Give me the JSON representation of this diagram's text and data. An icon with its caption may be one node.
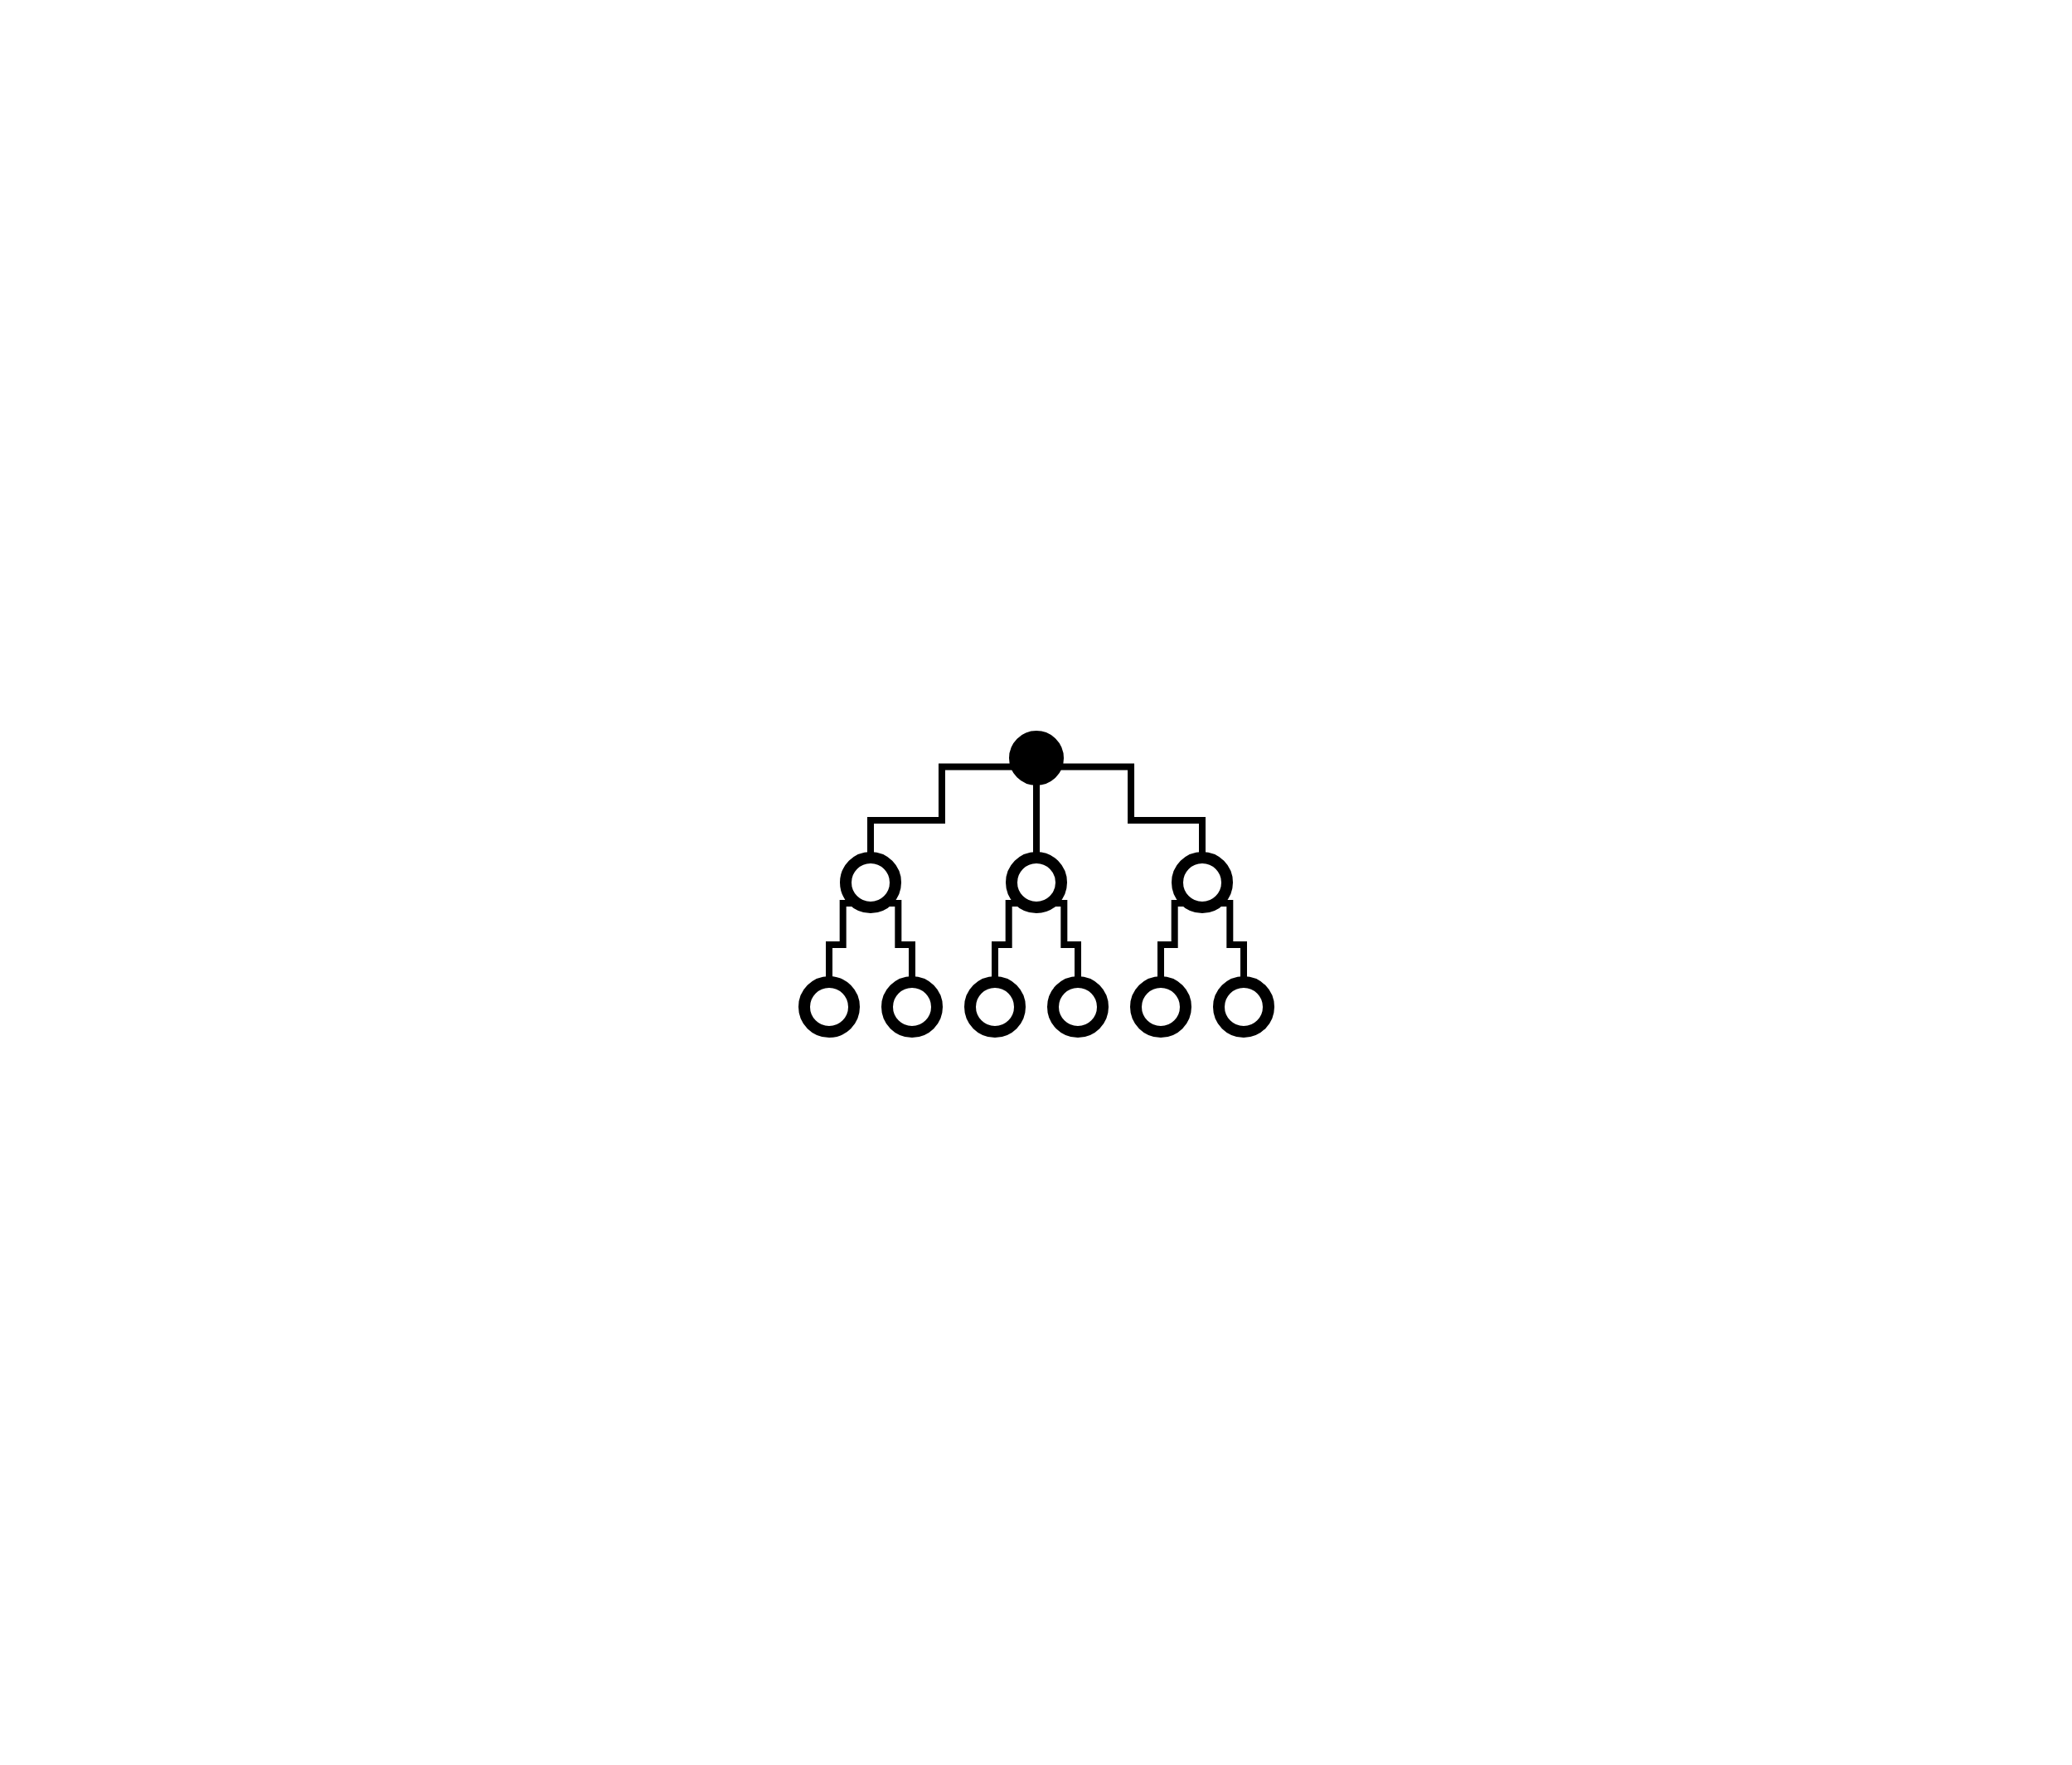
{
  "diagram": {
    "nodes": [
      {
        "text": [],
        "shape": "circle"
      },
      {
        "text": [],
        "shape": "circle"
      },
      {
        "text": [],
        "shape": "circle"
      },
      {
        "text": [],
        "shape": "circle"
      },
      {
        "text": [],
        "shape": "circle"
      },
      {
        "text": [],
        "shape": "circle"
      },
      {
        "text": [],
        "shape": "circle"
      },
      {
        "text": [],
        "shape": "circle"
      },
      {
        "text": [],
        "shape": "circle"
      },
      {
        "text": [],
        "shape": "circle"
      }
    ],
    "edges": [
      {
        "from": 0,
        "to": 1,
        "arrow": "none"
      },
      {
        "from": 0,
        "to": 2,
        "arrow": "none"
      },
      {
        "from": 0,
        "to": 3,
        "arrow": "none"
      },
      {
        "from": 1,
        "to": 4,
        "arrow": "none"
      },
      {
        "from": 1,
        "to": 5,
        "arrow": "none"
      },
      {
        "from": 2,
        "to": 6,
        "arrow": "none"
      },
      {
        "from": 2,
        "to": 7,
        "arrow": "none"
      },
      {
        "from": 3,
        "to": 8,
        "arrow": "none"
      },
      {
        "from": 3,
        "to": 9,
        "arrow": "none"
      }
    ]
  }
}
